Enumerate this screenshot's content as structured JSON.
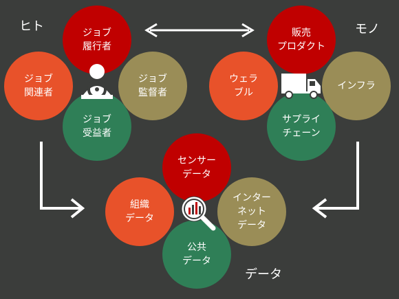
{
  "colors": {
    "background": "#3b3d3b",
    "red": "#c00000",
    "orange": "#e8522a",
    "olive": "#9a8d57",
    "green": "#2f7f57",
    "white": "#ffffff"
  },
  "groups": {
    "people": {
      "label": "ヒト",
      "circles": {
        "top": "ジョブ\n履行者",
        "left": "ジョブ\n関連者",
        "right": "ジョブ\n監督者",
        "bottom": "ジョブ\n受益者"
      },
      "center_icon": "driver-icon"
    },
    "things": {
      "label": "モノ",
      "circles": {
        "top": "販売\nプロダクト",
        "left": "ウェラ\nブル",
        "right": "インフラ",
        "bottom": "サプライ\nチェーン"
      },
      "center_icon": "truck-icon"
    },
    "data": {
      "label": "データ",
      "circles": {
        "top": "センサー\nデータ",
        "left": "組織\nデータ",
        "right": "インター\nネット\nデータ",
        "bottom": "公共\nデータ"
      },
      "center_icon": "analytics-magnifier-icon"
    }
  }
}
